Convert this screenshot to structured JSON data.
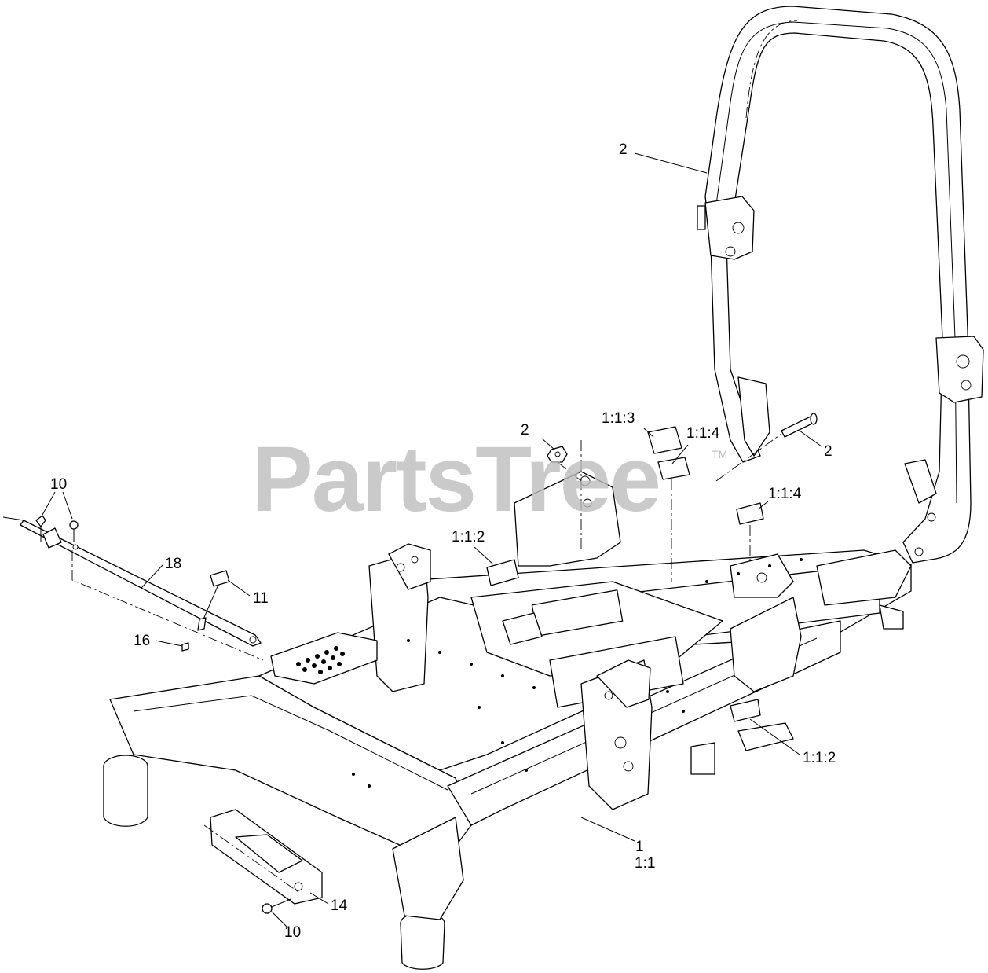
{
  "watermark": {
    "brand": "PartsTree",
    "mark": "TM"
  },
  "callouts": {
    "roll_bar_top": "2",
    "roll_bar_bolt": "2",
    "nut": "2",
    "decal_113": "1:1:3",
    "decal_114_upper": "1:1:4",
    "decal_114_lower": "1:1:4",
    "decal_112_left": "1:1:2",
    "decal_112_right": "1:1:2",
    "screw_10_top": "10",
    "rod_18": "18",
    "knob_11": "11",
    "clip_16": "16",
    "bracket_14": "14",
    "screw_10_bottom": "10",
    "frame_1": "1",
    "frame_11": "1:1"
  }
}
